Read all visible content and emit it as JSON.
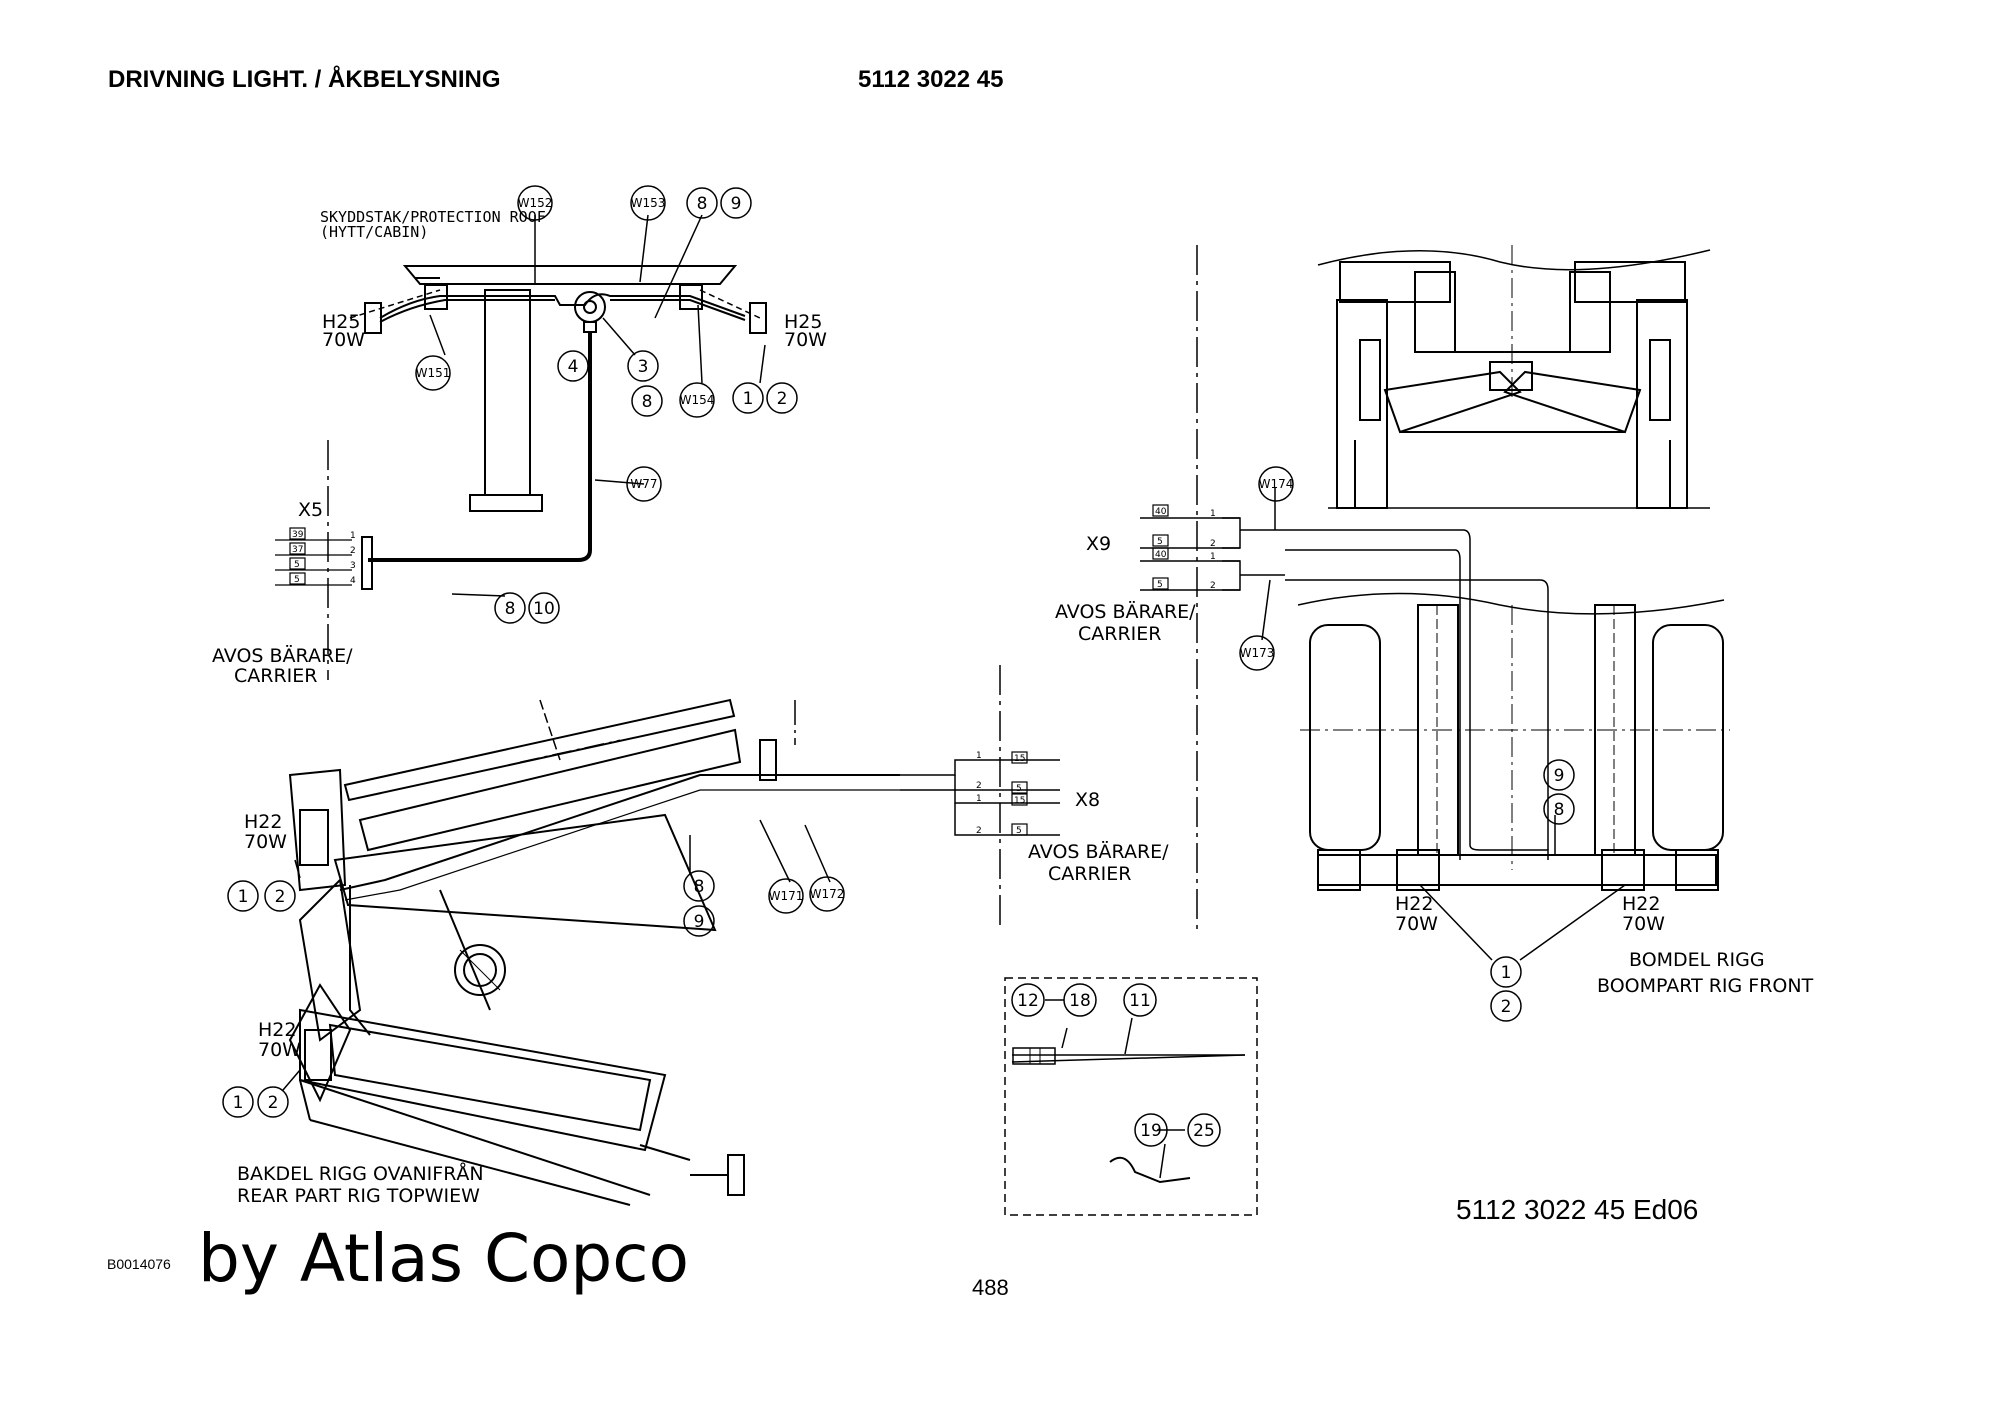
{
  "header": {
    "title": "DRIVNING LIGHT. / ÅKBELYSNING",
    "part_number": "5112 3022 45"
  },
  "labels": {
    "roof": "SKYDDSTAK/PROTECTION ROOF",
    "roof_sub": "(HYTT/CABIN)",
    "h25": "H25",
    "w70": "70W",
    "h22": "H22",
    "x5": "X5",
    "x8": "X8",
    "x9": "X9",
    "carrier_sv": "AVOS BÄRARE/",
    "carrier_en": "CARRIER",
    "rear_sv": "BAKDEL RIGG OVANIFRÅN",
    "rear_en": "REAR PART RIG TOPWIEW",
    "front_sv": "BOMDEL RIGG",
    "front_en": "BOOMPART RIG FRONT"
  },
  "x5_terminals": [
    "39",
    "37",
    "5",
    "5"
  ],
  "x8_terminals": [
    "15",
    "5",
    "15",
    "5"
  ],
  "x9_terminals": [
    "40",
    "5",
    "40",
    "5"
  ],
  "pins": [
    "1",
    "2",
    "3",
    "4"
  ],
  "bubbles": {
    "w152": "W152",
    "w153": "W153",
    "w151": "W151",
    "w154": "W154",
    "w77": "W77",
    "w171": "W171",
    "w172": "W172",
    "w173": "W173",
    "w174": "W174",
    "n1": "1",
    "n2": "2",
    "n3": "3",
    "n4": "4",
    "n8": "8",
    "n9": "9",
    "n10": "10",
    "n11": "11",
    "n12": "12",
    "n18": "18",
    "n19": "19",
    "n25": "25"
  },
  "footer": {
    "doc_edition": "5112 3022 45  Ed06",
    "doc_ref": "B0014076",
    "watermark": "by Atlas Copco",
    "page_number": "488"
  }
}
